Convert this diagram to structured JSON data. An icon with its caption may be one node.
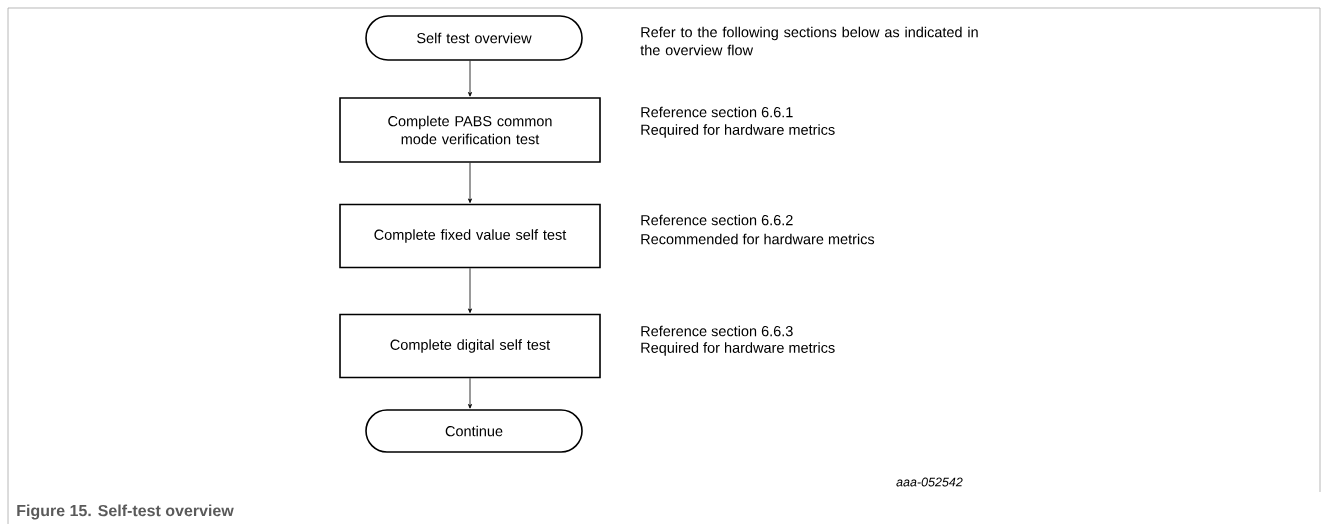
{
  "diagram": {
    "caption": "Figure 15.  Self-test overview",
    "nodes": [
      {
        "text": [
          "Self test overview"
        ],
        "beside": [
          "Refer to the following sections below as indicated in the overview flow"
        ]
      },
      {
        "text": [
          "Complete PABS common mode verification test"
        ],
        "beside": [
          "Reference section 6.6.1",
          "Required for hardware metrics"
        ]
      },
      {
        "text": [
          "Complete fixed value self test"
        ],
        "beside": [
          "Reference section 6.6.2",
          "Recommended for hardware metrics"
        ]
      },
      {
        "text": [
          "Complete digital self test"
        ],
        "beside": [
          "Reference section 6.6.3",
          "Required for hardware metrics"
        ]
      },
      {
        "text": [
          "Continue"
        ]
      }
    ],
    "edges": [
      {
        "from": 0,
        "to": 1,
        "arrow": "to"
      },
      {
        "from": 1,
        "to": 2,
        "arrow": "to"
      },
      {
        "from": 2,
        "to": 3,
        "arrow": "to"
      },
      {
        "from": 3,
        "to": 4,
        "arrow": "to"
      }
    ],
    "labels": [
      "aaa-052542"
    ]
  }
}
